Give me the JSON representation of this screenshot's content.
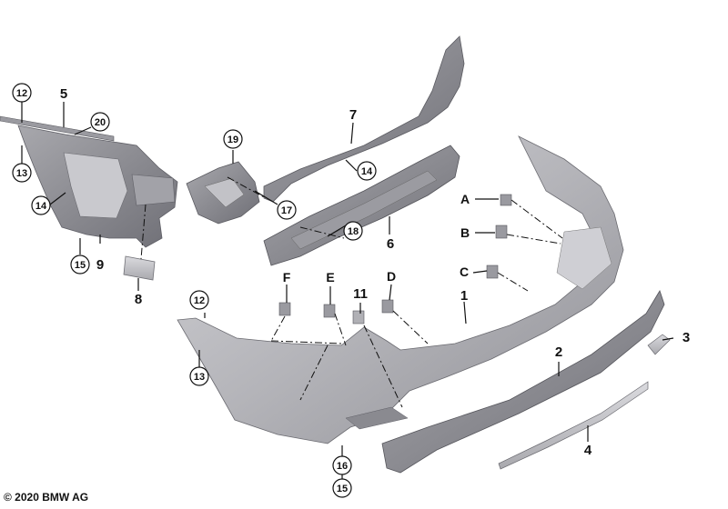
{
  "copyright": "© 2020 BMW AG",
  "callouts": {
    "c12_top": "12",
    "c13_top": "13",
    "c14_left": "14",
    "c15_left": "15",
    "c20": "20",
    "c19": "19",
    "c17": "17",
    "c14_mid": "14",
    "c18": "18",
    "c12_bottom": "12",
    "c13_bottom": "13",
    "c16": "16",
    "c15_bottom": "15"
  },
  "part_numbers": {
    "p5": "5",
    "p9": "9",
    "p8": "8",
    "p7": "7",
    "p6": "6",
    "p1": "1",
    "p2": "2",
    "p3": "3",
    "p4": "4",
    "p11": "11"
  },
  "letters": {
    "A": "A",
    "B": "B",
    "C": "C",
    "D": "D",
    "E": "E",
    "F": "F"
  },
  "colors": {
    "part_fill": "#b9b9bd",
    "part_dark": "#8e8e94",
    "part_light": "#d6d6da",
    "outline": "#6f6f75",
    "line": "#111111"
  }
}
